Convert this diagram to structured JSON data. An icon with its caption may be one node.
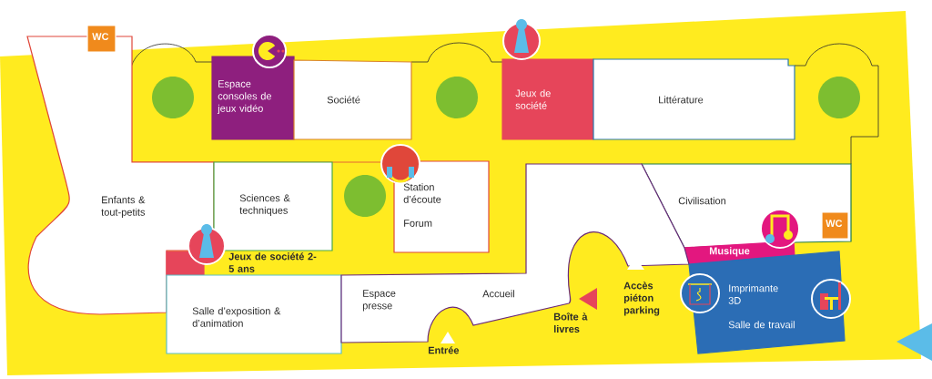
{
  "diagram": {
    "nodes": [
      {
        "text": [
          "WC"
        ]
      },
      {
        "text": [
          "Espace consoles de jeux vidéo"
        ]
      },
      {
        "text": [
          "Société"
        ]
      },
      {
        "text": [
          "Jeux de société"
        ]
      },
      {
        "text": [
          "Littérature"
        ]
      },
      {
        "text": [
          "Enfants & tout-petits"
        ]
      },
      {
        "text": [
          "Sciences & techniques"
        ]
      },
      {
        "text": [
          "Station d’écoute",
          "Forum"
        ]
      },
      {
        "text": [
          "Jeux de société 2-5 ans"
        ]
      },
      {
        "text": [
          "Civilisation"
        ]
      },
      {
        "text": [
          "Musique"
        ]
      },
      {
        "text": [
          "WC"
        ],
        "in": 9
      },
      {
        "text": [
          "Salle d’exposition & d’animation"
        ]
      },
      {
        "text": [
          "Espace presse",
          "Accueil"
        ]
      },
      {
        "text": [
          "Imprimante 3D",
          "Salle de travail"
        ]
      }
    ],
    "labels": [
      "Entrée",
      "Boîte à livres",
      "Accès piéton parking"
    ]
  }
}
